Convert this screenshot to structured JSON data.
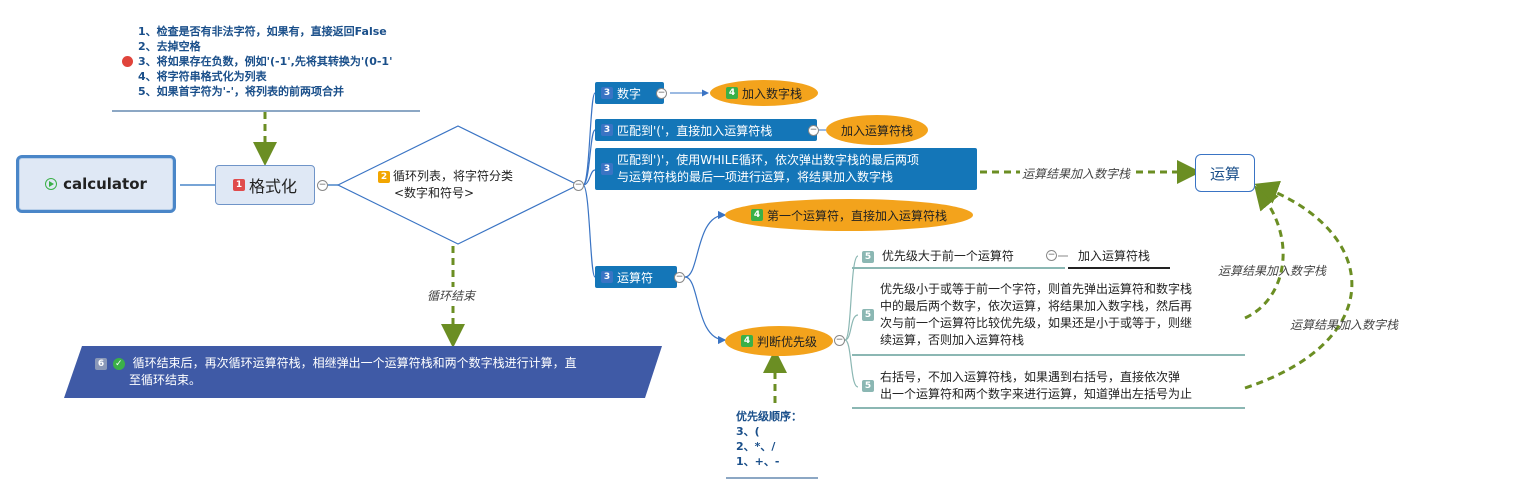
{
  "root": {
    "label": "calculator"
  },
  "format_node": {
    "label": "格式化",
    "badge": "1"
  },
  "format_notes": {
    "items": [
      "1、检查是否有非法字符，如果有，直接返回False",
      "2、去掉空格",
      "3、将如果存在负数，例如'(-1',先将其转换为'(0-1'",
      "4、将字符串格式化为列表",
      "5、如果首字符为'-'，将列表的前两项合并"
    ]
  },
  "loop_node": {
    "label_line1": "循环列表，将字符分类",
    "label_line2": "<数字和符号>",
    "badge": "2"
  },
  "branches": {
    "number": {
      "label": "数字",
      "badge": "3"
    },
    "open_paren": {
      "label": "匹配到'('，直接加入运算符栈",
      "badge": "3"
    },
    "close_paren": {
      "label_line1": "匹配到')'，使用WHILE循环，依次弹出数字栈的最后两项",
      "label_line2": "与运算符栈的最后一项进行运算，将结果加入数字栈",
      "badge": "3"
    },
    "operator": {
      "label": "运算符",
      "badge": "3"
    }
  },
  "leaves": {
    "push_number": {
      "label": "加入数字栈",
      "badge": "4"
    },
    "push_operator": {
      "label": "加入运算符栈"
    },
    "first_operator": {
      "label": "第一个运算符，直接加入运算符栈",
      "badge": "4"
    },
    "judge_priority": {
      "label": "判断优先级",
      "badge": "4"
    }
  },
  "compute_node": {
    "label": "运算"
  },
  "priority_cases": {
    "higher": {
      "label": "优先级大于前一个运算符",
      "badge": "5",
      "result": "加入运算符栈"
    },
    "lower_or_equal": {
      "lines": [
        "优先级小于或等于前一个字符，则首先弹出运算符和数字栈",
        "中的最后两个数字，依次运算，将结果加入数字栈，然后再",
        "次与前一个运算符比较优先级，如果还是小于或等于，则继",
        "续运算，否则加入运算符栈"
      ],
      "badge": "5"
    },
    "right_paren": {
      "lines": [
        "右括号，不加入运算符栈，如果遇到右括号，直接依次弹",
        "出一个运算符和两个数字来进行运算，知道弹出左括号为止"
      ],
      "badge": "5"
    }
  },
  "priority_note": {
    "title": "优先级顺序：",
    "lines": [
      "3、(",
      "2、*、/",
      "1、+、-"
    ]
  },
  "edge_labels": {
    "to_compute": "运算结果加入数字栈",
    "from_lower": "运算结果加入数字栈",
    "from_paren": "运算结果加入数字栈",
    "loop_end": "循环结束"
  },
  "end_node": {
    "label_line1": "循环结束后，再次循环运算符栈，相继弹出一个运算符栈和两个数字栈进行计算，直",
    "label_line2": "至循环结束。",
    "badge": "6"
  },
  "colors": {
    "blue": "#1476b8",
    "orange": "#f3a31c",
    "olive": "#6b8e23",
    "end_node": "#3f5aa6",
    "root_border": "#4a86c8"
  }
}
